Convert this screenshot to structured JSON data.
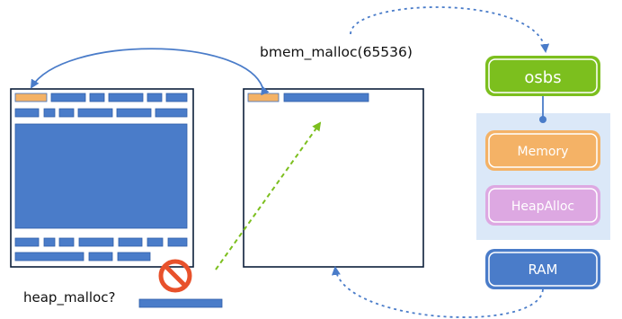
{
  "labels": {
    "call": "bmem_malloc(65536)",
    "question": "heap_malloc?"
  },
  "stack": {
    "top": "osbs",
    "layers": [
      "Memory",
      "HeapAlloc"
    ],
    "bottom": "RAM"
  },
  "icons": {
    "forbidden": "no-entry-icon"
  },
  "colors": {
    "blue": "#4a7cc9",
    "orange": "#f4b266",
    "green": "#7cbf1e",
    "pink": "#dda8e2",
    "panel": "#dbe8f8",
    "red": "#e8512b"
  }
}
